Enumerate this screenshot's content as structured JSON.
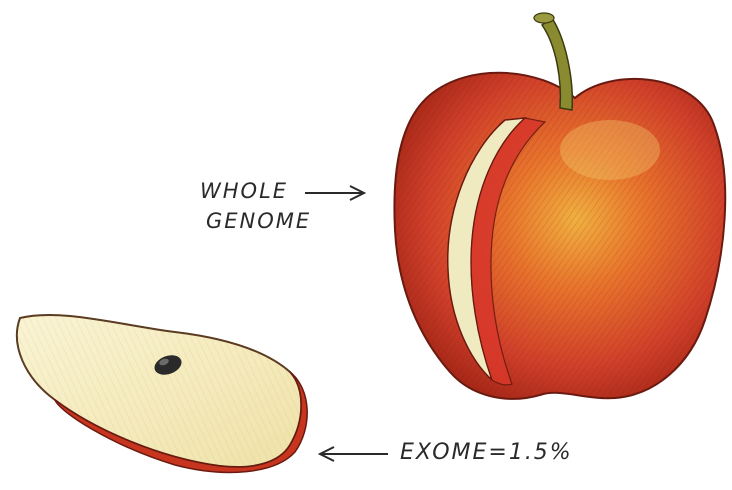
{
  "labels": {
    "whole_genome_line1": "WHOLE",
    "whole_genome_line2": "GENOME",
    "exome": "EXOME=1.5%"
  },
  "colors": {
    "apple_red": "#c8351f",
    "apple_orange": "#e8742c",
    "apple_yellow": "#f0c24a",
    "flesh": "#f6efc8",
    "stem": "#7a7a2a",
    "ink": "#2a2a2a"
  },
  "icons": [
    "whole-apple-illustration",
    "apple-slice-illustration",
    "arrow-right-icon",
    "arrow-left-icon"
  ]
}
